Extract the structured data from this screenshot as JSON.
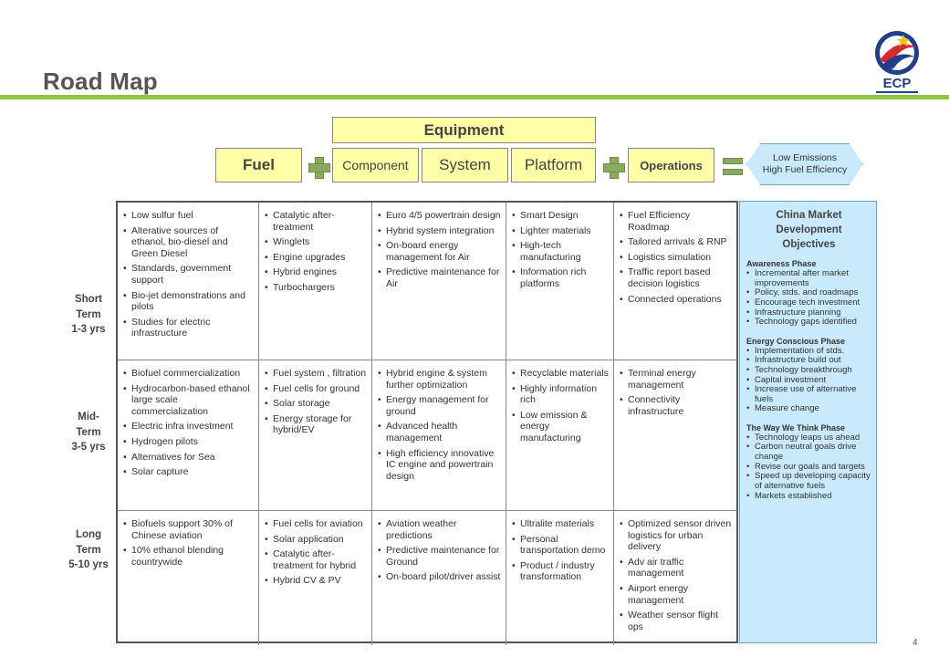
{
  "title": "Road Map",
  "logo": {
    "text": "ECP"
  },
  "header": {
    "equipment": "Equipment",
    "fuel": "Fuel",
    "component": "Component",
    "system": "System",
    "platform": "Platform",
    "operations": "Operations",
    "goal_line1": "Low  Emissions",
    "goal_line2": "High Fuel Efficiency"
  },
  "terms": [
    {
      "l1": "Short",
      "l2": "Term",
      "l3": "1-3 yrs"
    },
    {
      "l1": "Mid-",
      "l2": "Term",
      "l3": "3-5 yrs"
    },
    {
      "l1": "Long",
      "l2": "Term",
      "l3": "5-10 yrs"
    }
  ],
  "rows": [
    [
      [
        "Low sulfur fuel",
        "Alterative sources of ethanol, bio-diesel and Green Diesel",
        "Standards, government support",
        "Bio-jet demonstrations and pilots",
        "Studies for electric infrastructure"
      ],
      [
        "Catalytic after-treatment",
        "Winglets",
        "Engine upgrades",
        "Hybrid engines",
        "Turbochargers"
      ],
      [
        "Euro 4/5 powertrain design",
        "Hybrid system integration",
        "On-board energy management for Air",
        "Predictive maintenance for Air"
      ],
      [
        "Smart Design",
        "Lighter materials",
        "High-tech manufacturing",
        "Information rich platforms"
      ],
      [
        "Fuel Efficiency Roadmap",
        "Tailored arrivals & RNP",
        "Logistics simulation",
        "Traffic report based decision logistics",
        "Connected operations"
      ]
    ],
    [
      [
        "Biofuel commercialization",
        "Hydrocarbon-based ethanol large scale commercialization",
        "Electric infra investment",
        "Hydrogen pilots",
        "Alternatives for Sea",
        "Solar capture"
      ],
      [
        "Fuel system , filtration",
        "Fuel cells for ground",
        "Solar storage",
        "Energy storage for hybrid/EV"
      ],
      [
        "Hybrid engine & system further optimization",
        "Energy management for ground",
        "Advanced health management",
        "High efficiency innovative IC engine and powertrain design"
      ],
      [
        "Recyclable materials",
        "Highly information rich",
        "Low emission & energy manufacturing"
      ],
      [
        "Terminal energy management",
        "Connectivity infrastructure"
      ]
    ],
    [
      [
        "Biofuels support 30% of Chinese aviation",
        "10% ethanol blending countrywide"
      ],
      [
        "Fuel cells for aviation",
        "Solar application",
        "Catalytic after-treatment for hybrid",
        "Hybrid CV & PV"
      ],
      [
        "Aviation weather predictions",
        "Predictive maintenance for Ground",
        "On-board pilot/driver assist"
      ],
      [
        "Ultralite materials",
        "Personal transportation demo",
        "Product / industry transformation"
      ],
      [
        "Optimized sensor driven logistics for urban delivery",
        "Adv air traffic management",
        "Airport energy management",
        "Weather sensor flight ops"
      ]
    ]
  ],
  "objectives": {
    "title_l1": "China Market",
    "title_l2": "Development",
    "title_l3": "Objectives",
    "phases": [
      {
        "title": "Awareness Phase",
        "items": [
          "Incremental after market improvements",
          "Policy, stds. and roadmaps",
          "Encourage tech investment",
          "Infrastructure planning",
          "Technology gaps identified"
        ]
      },
      {
        "title": "Energy Conscious Phase",
        "items": [
          "Implementation of stds.",
          "Infrastructure build out",
          "Technology breakthrough",
          "Capital investment",
          "Increase use of alternative fuels",
          "Measure change"
        ]
      },
      {
        "title": "The Way We Think Phase",
        "items": [
          "Technology leaps us ahead",
          "Carbon neutral goals drive change",
          "Revise our goals and targets",
          "Speed up developing capacity of alternative fuels",
          "Markets established"
        ]
      }
    ]
  },
  "page_number": "4",
  "colors": {
    "accent_green": "#8dc63f",
    "header_fill": "#ffffa8",
    "objectives_fill": "#c9eafc"
  }
}
